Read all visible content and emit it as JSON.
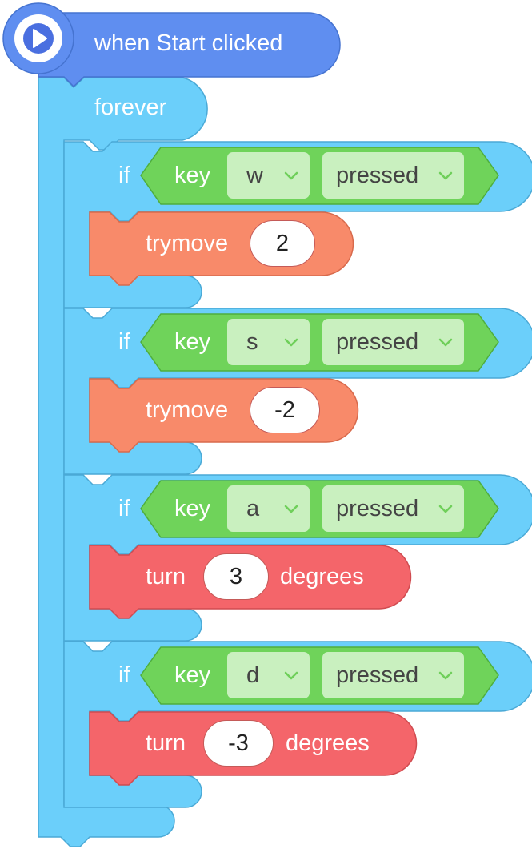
{
  "colors": {
    "event": "#5f8ef0",
    "control": "#6bcffa",
    "sensing": "#6fd35a",
    "field_bg": "#c9f0bf",
    "trymove": "#f88a6a",
    "turn": "#f4656a"
  },
  "hat": {
    "label": "when Start clicked",
    "icon": "play-icon"
  },
  "forever": {
    "label": "forever"
  },
  "ifs": [
    {
      "if_label": "if",
      "key_label": "key",
      "key_value": "w",
      "state_value": "pressed",
      "action": {
        "type": "trymove",
        "label": "trymove",
        "value": "2"
      }
    },
    {
      "if_label": "if",
      "key_label": "key",
      "key_value": "s",
      "state_value": "pressed",
      "action": {
        "type": "trymove",
        "label": "trymove",
        "value": "-2"
      }
    },
    {
      "if_label": "if",
      "key_label": "key",
      "key_value": "a",
      "state_value": "pressed",
      "action": {
        "type": "turn",
        "label": "turn",
        "value": "3",
        "suffix": "degrees"
      }
    },
    {
      "if_label": "if",
      "key_label": "key",
      "key_value": "d",
      "state_value": "pressed",
      "action": {
        "type": "turn",
        "label": "turn",
        "value": "-3",
        "suffix": "degrees"
      }
    }
  ]
}
